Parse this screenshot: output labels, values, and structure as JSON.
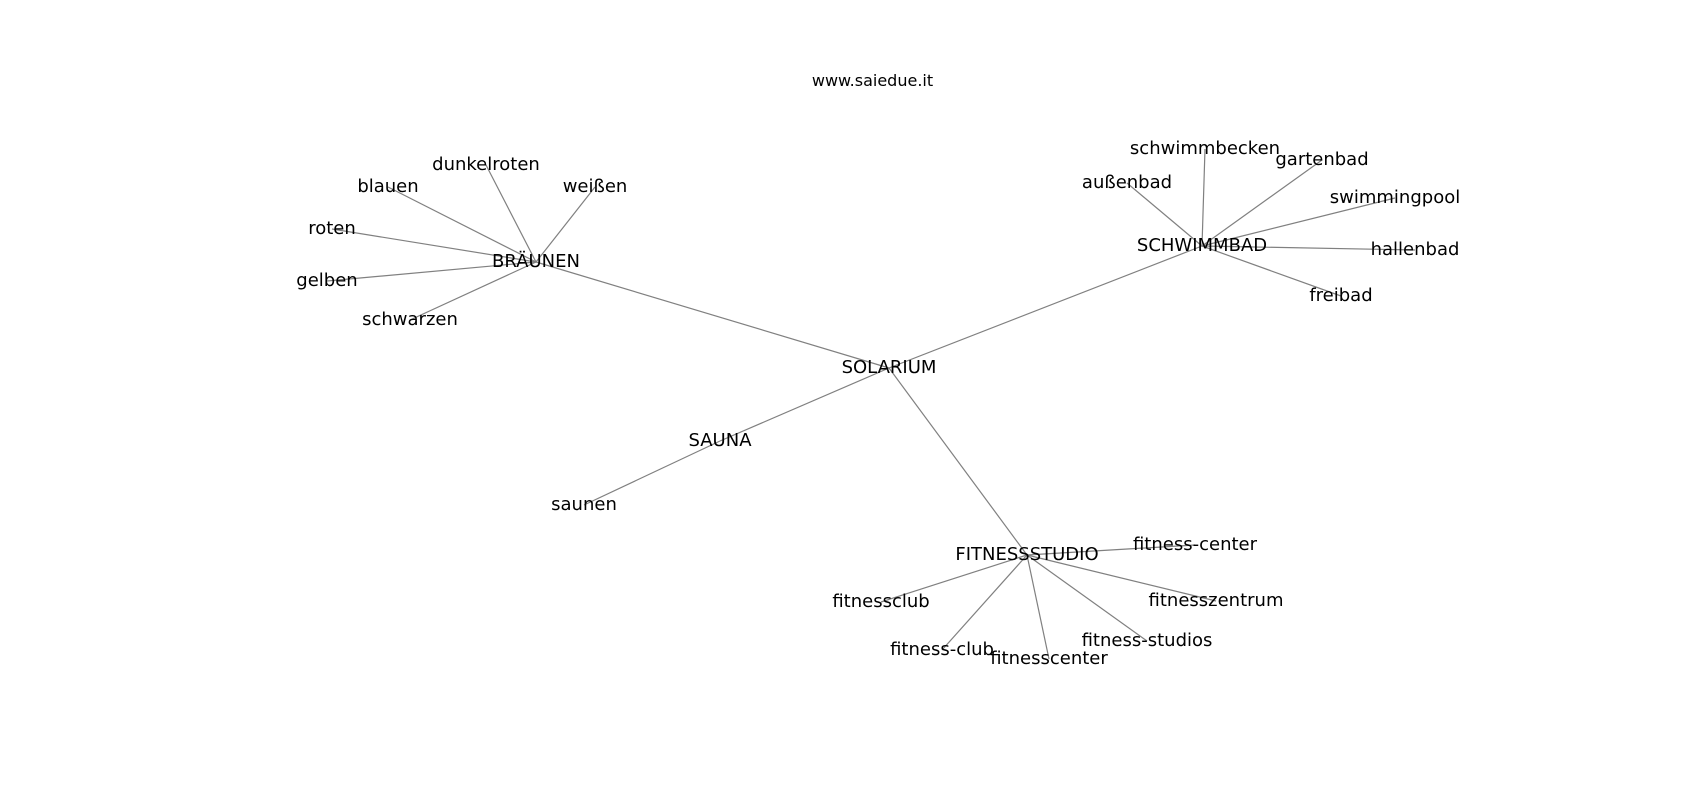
{
  "header": {
    "site": "www.saiedue.it"
  },
  "graph": {
    "nodes": [
      {
        "id": "SOLARIUM",
        "label": "SOLARIUM"
      },
      {
        "id": "BRÄUNEN",
        "label": "BRÄUNEN"
      },
      {
        "id": "SCHWIMMBAD",
        "label": "SCHWIMMBAD"
      },
      {
        "id": "SAUNA",
        "label": "SAUNA"
      },
      {
        "id": "FITNESSSTUDIO",
        "label": "FITNESSSTUDIO"
      },
      {
        "id": "dunkelroten",
        "label": "dunkelroten"
      },
      {
        "id": "blauen",
        "label": "blauen"
      },
      {
        "id": "weißen",
        "label": "weißen"
      },
      {
        "id": "roten",
        "label": "roten"
      },
      {
        "id": "gelben",
        "label": "gelben"
      },
      {
        "id": "schwarzen",
        "label": "schwarzen"
      },
      {
        "id": "schwimmbecken",
        "label": "schwimmbecken"
      },
      {
        "id": "gartenbad",
        "label": "gartenbad"
      },
      {
        "id": "außenbad",
        "label": "außenbad"
      },
      {
        "id": "swimmingpool",
        "label": "swimmingpool"
      },
      {
        "id": "hallenbad",
        "label": "hallenbad"
      },
      {
        "id": "freibad",
        "label": "freibad"
      },
      {
        "id": "saunen",
        "label": "saunen"
      },
      {
        "id": "fitness-center",
        "label": "fitness-center"
      },
      {
        "id": "fitnessclub",
        "label": "fitnessclub"
      },
      {
        "id": "fitnesszentrum",
        "label": "fitnesszentrum"
      },
      {
        "id": "fitness-studios",
        "label": "fitness-studios"
      },
      {
        "id": "fitness-club",
        "label": "fitness-club"
      },
      {
        "id": "fitnesscenter",
        "label": "fitnesscenter"
      }
    ],
    "edges": [
      [
        "SOLARIUM",
        "BRÄUNEN"
      ],
      [
        "SOLARIUM",
        "SCHWIMMBAD"
      ],
      [
        "SOLARIUM",
        "SAUNA"
      ],
      [
        "SOLARIUM",
        "FITNESSSTUDIO"
      ],
      [
        "BRÄUNEN",
        "dunkelroten"
      ],
      [
        "BRÄUNEN",
        "blauen"
      ],
      [
        "BRÄUNEN",
        "weißen"
      ],
      [
        "BRÄUNEN",
        "roten"
      ],
      [
        "BRÄUNEN",
        "gelben"
      ],
      [
        "BRÄUNEN",
        "schwarzen"
      ],
      [
        "SCHWIMMBAD",
        "schwimmbecken"
      ],
      [
        "SCHWIMMBAD",
        "gartenbad"
      ],
      [
        "SCHWIMMBAD",
        "außenbad"
      ],
      [
        "SCHWIMMBAD",
        "swimmingpool"
      ],
      [
        "SCHWIMMBAD",
        "hallenbad"
      ],
      [
        "SCHWIMMBAD",
        "freibad"
      ],
      [
        "SAUNA",
        "saunen"
      ],
      [
        "FITNESSSTUDIO",
        "fitness-center"
      ],
      [
        "FITNESSSTUDIO",
        "fitnessclub"
      ],
      [
        "FITNESSSTUDIO",
        "fitnesszentrum"
      ],
      [
        "FITNESSSTUDIO",
        "fitness-studios"
      ],
      [
        "FITNESSSTUDIO",
        "fitness-club"
      ],
      [
        "FITNESSSTUDIO",
        "fitnesscenter"
      ]
    ]
  }
}
